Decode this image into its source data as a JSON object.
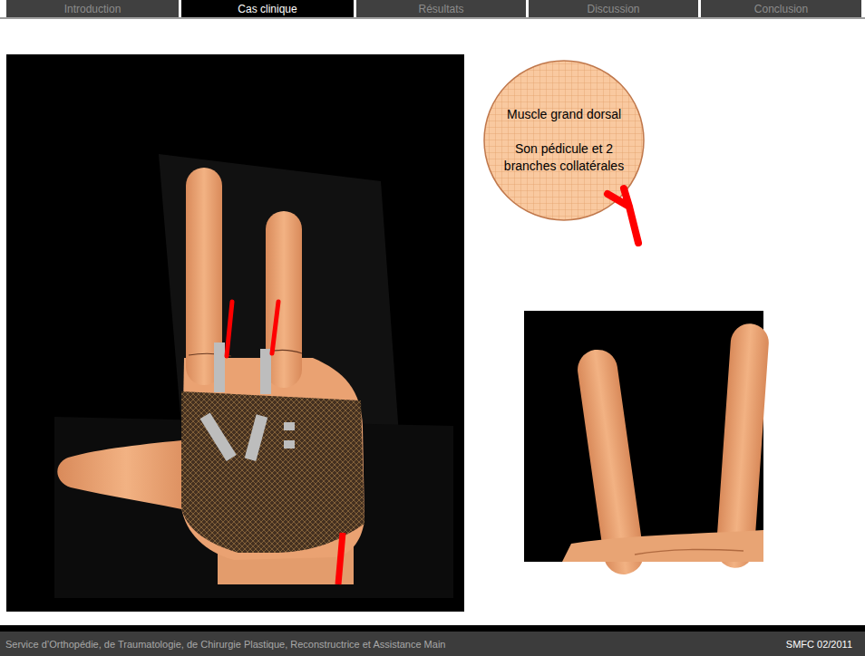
{
  "diagram": {
    "nodes": [
      {
        "text": [
          "Introduction"
        ]
      },
      {
        "text": [
          "Cas clinique"
        ]
      },
      {
        "text": [
          "Résultats"
        ]
      },
      {
        "text": [
          "Discussion"
        ]
      },
      {
        "text": [
          "Conclusion"
        ]
      },
      {
        "text": [
          "Muscle grand dorsal",
          "Son pédicule et 2 branches collatérales"
        ]
      },
      {
        "text": [
          "Service d’Orthopédie, de Traumatologie, de Chirurgie Plastique, Reconstructrice et Assistance Main",
          "SMFC 02/2011"
        ]
      }
    ]
  }
}
